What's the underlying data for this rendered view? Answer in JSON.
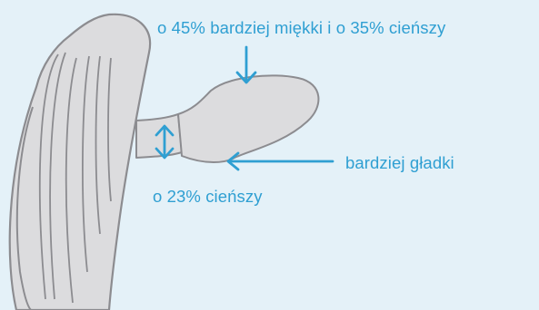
{
  "colors": {
    "background": "#e4f1f8",
    "accent": "#2f9fd2",
    "fiber_fill": "#dcdcde",
    "fiber_outline": "#8c8c90"
  },
  "labels": {
    "softer_thinner": "o 45% bardziej miękki i o 35% cieńszy",
    "smoother": "bardziej gładki",
    "thinner": "o 23% cieńszy"
  }
}
